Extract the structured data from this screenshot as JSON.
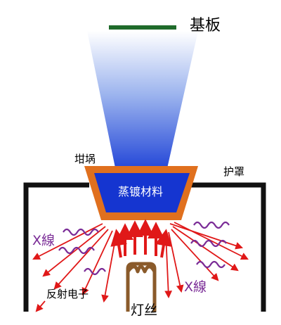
{
  "labels": {
    "substrate": "基板",
    "crucible": "坩埚",
    "shield": "护罩",
    "evaporation_material": "蒸镀材料",
    "xray_left": "X線",
    "xray_right": "X線",
    "reflected_electrons": "反射电子",
    "filament": "灯丝"
  },
  "colors": {
    "substrate": "#1f6b2b",
    "vapor_top": "#ffffff",
    "vapor_bottom": "#1b3fd6",
    "crucible": "#e0701e",
    "material": "#1535d0",
    "shield": "#111111",
    "electron_arrow": "#e01818",
    "xray_wave": "#7a2b96",
    "filament": "#8a5a2a"
  }
}
